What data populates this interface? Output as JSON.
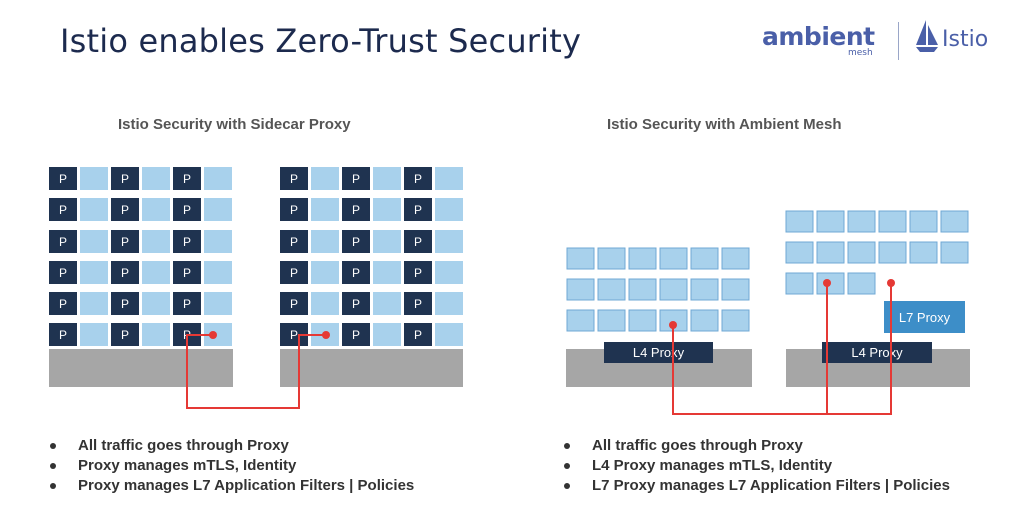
{
  "title": "Istio enables Zero-Trust Security",
  "logo": {
    "ambient": "ambient",
    "mesh": "mesh",
    "istio": "Istio"
  },
  "left": {
    "subtitle": "Istio Security with Sidecar Proxy",
    "proxy_label": "P",
    "bullets": [
      "All traffic goes through Proxy",
      "Proxy manages mTLS, Identity",
      "Proxy manages L7 Application Filters | Policies"
    ]
  },
  "right": {
    "subtitle": "Istio Security with Ambient Mesh",
    "l4_label": "L4 Proxy",
    "l7_label": "L7 Proxy",
    "bullets": [
      "All traffic goes through Proxy",
      "L4 Proxy manages mTLS, Identity",
      "L7 Proxy manages L7 Application Filters | Policies"
    ]
  },
  "colors": {
    "title": "#1c2a4e",
    "proxy": "#1f3350",
    "pod": "#a8d1ec",
    "node": "#a6a6a6",
    "traffic": "#e53935",
    "l7": "#3d8ec8",
    "brand": "#4a5fa8"
  }
}
